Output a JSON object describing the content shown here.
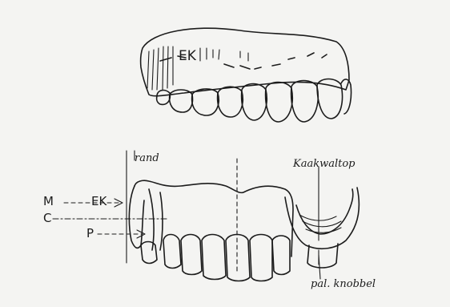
{
  "labels": {
    "ek_top": "EK",
    "rand": "rand",
    "m": "M",
    "ek_side": "EK",
    "c": "C",
    "p": "P",
    "kaakwaltop": "Kaakwaltop",
    "pal_knobbel": "pal. knobbel"
  },
  "colors": {
    "ink": "#1c1c1c",
    "paper": "#f4f4f2"
  }
}
